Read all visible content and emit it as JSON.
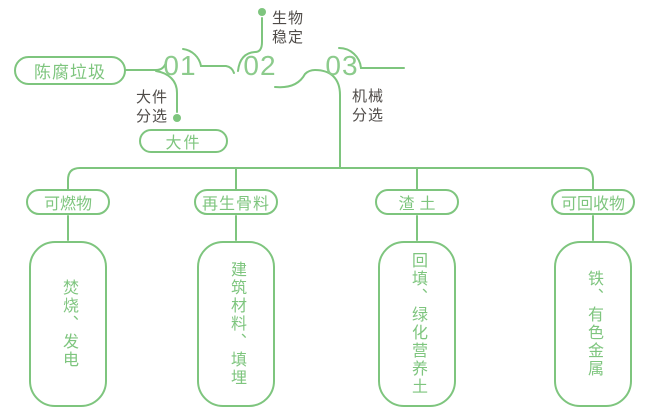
{
  "diagram": {
    "source": "陈腐垃圾",
    "steps": [
      {
        "number": "01",
        "label": "大件\n分选",
        "output": "大件"
      },
      {
        "number": "02",
        "label": "生物\n稳定"
      },
      {
        "number": "03",
        "label": "机械\n分选"
      }
    ],
    "branches": [
      {
        "category": "可燃物",
        "detail": "焚烧、发电"
      },
      {
        "category": "再生骨料",
        "detail": "建筑材料、填埋"
      },
      {
        "category": "渣土",
        "detail": "回填、绿化营养土"
      },
      {
        "category": "可回收物",
        "detail": "铁、有色金属"
      }
    ],
    "colors": {
      "line_green": "#7ec57e",
      "number_green": "#8ccb8c",
      "label_dark": "#4f4b48",
      "background": "#ffffff"
    }
  }
}
